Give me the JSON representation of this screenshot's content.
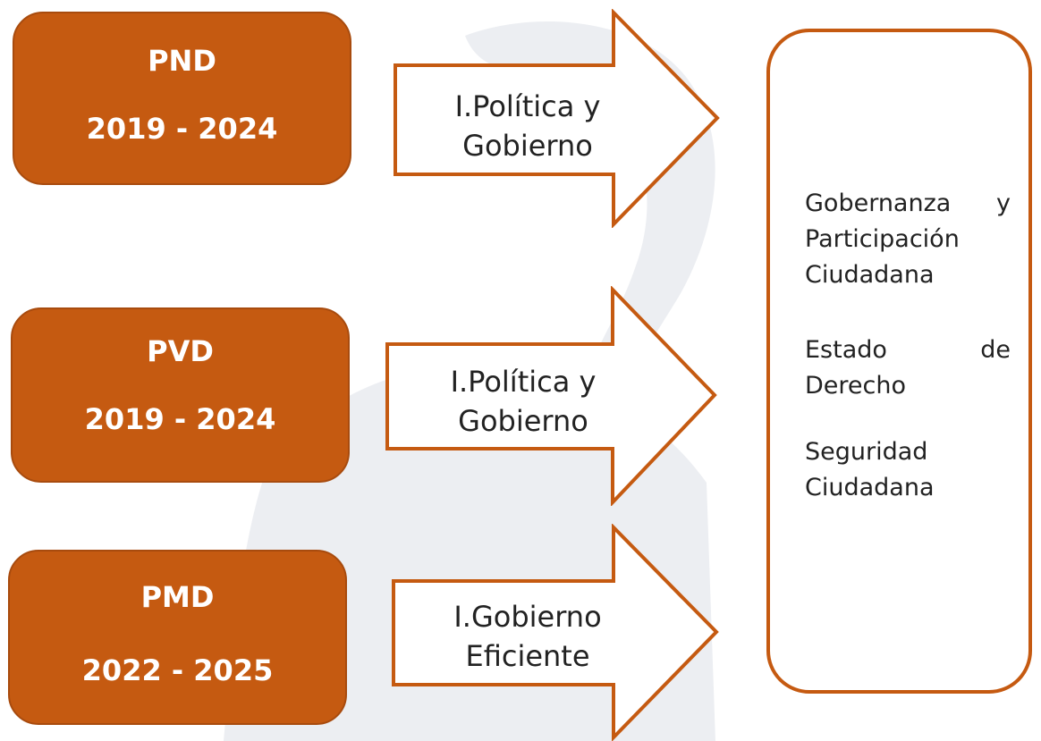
{
  "colors": {
    "accent": "#c55a11",
    "box_text": "#ffffff",
    "body_text": "#222222",
    "watermark": "#e9ebef"
  },
  "plans": [
    {
      "code": "PND",
      "years": "2019 - 2024"
    },
    {
      "code": "PVD",
      "years": "2019 - 2024"
    },
    {
      "code": "PMD",
      "years": "2022 - 2025"
    }
  ],
  "arrows": [
    {
      "line1": "I.Política y",
      "line2": "Gobierno"
    },
    {
      "line1": "I.Política y",
      "line2": "Gobierno"
    },
    {
      "line1": "I.Gobierno",
      "line2": "Eficiente"
    }
  ],
  "topics": [
    {
      "line1": "Gobernanza y",
      "line2": "Participación",
      "line3": "Ciudadana"
    },
    {
      "line1": "Estado de",
      "line2": "Derecho"
    },
    {
      "line1": "Seguridad",
      "line2": "Ciudadana"
    }
  ]
}
